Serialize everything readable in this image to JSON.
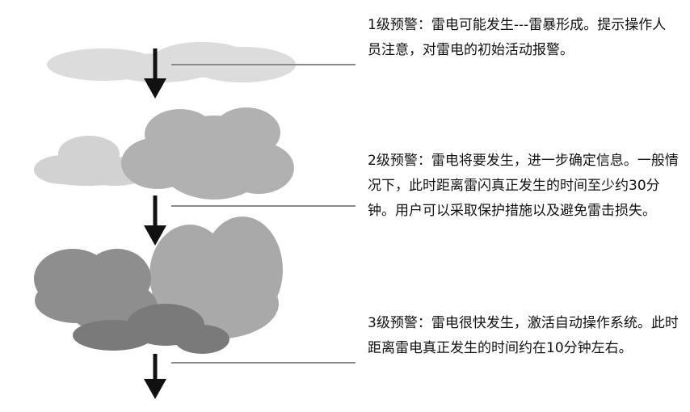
{
  "levels": [
    {
      "text": "1级预警：雷电可能发生---雷暴形成。提示操作人员注意，对雷电的初始活动报警。"
    },
    {
      "text": "2级预警：雷电将要发生，进一步确定信息。一般情况下，此时距离雷闪真正发生的时间至少约30分钟。用户可以采取保护措施以及避免雷击损失。"
    },
    {
      "text": "3级预警：雷电很快发生，激活自动操作系统。此时距离雷电真正发生的时间约在10分钟左右。"
    }
  ],
  "colors": {
    "cloud_light": "#dcdcdc",
    "cloud_light_2": "#d2d2d2",
    "cloud_mid": "#b1b1b1",
    "cloud_mid_2": "#a9a9a9",
    "cloud_dark": "#8e8e8e",
    "cloud_darker": "#7a7a7a",
    "arrow": "#111111",
    "leader_line": "#8a8a8a"
  },
  "icons": [
    "cloud-icon",
    "arrow-down-icon"
  ]
}
